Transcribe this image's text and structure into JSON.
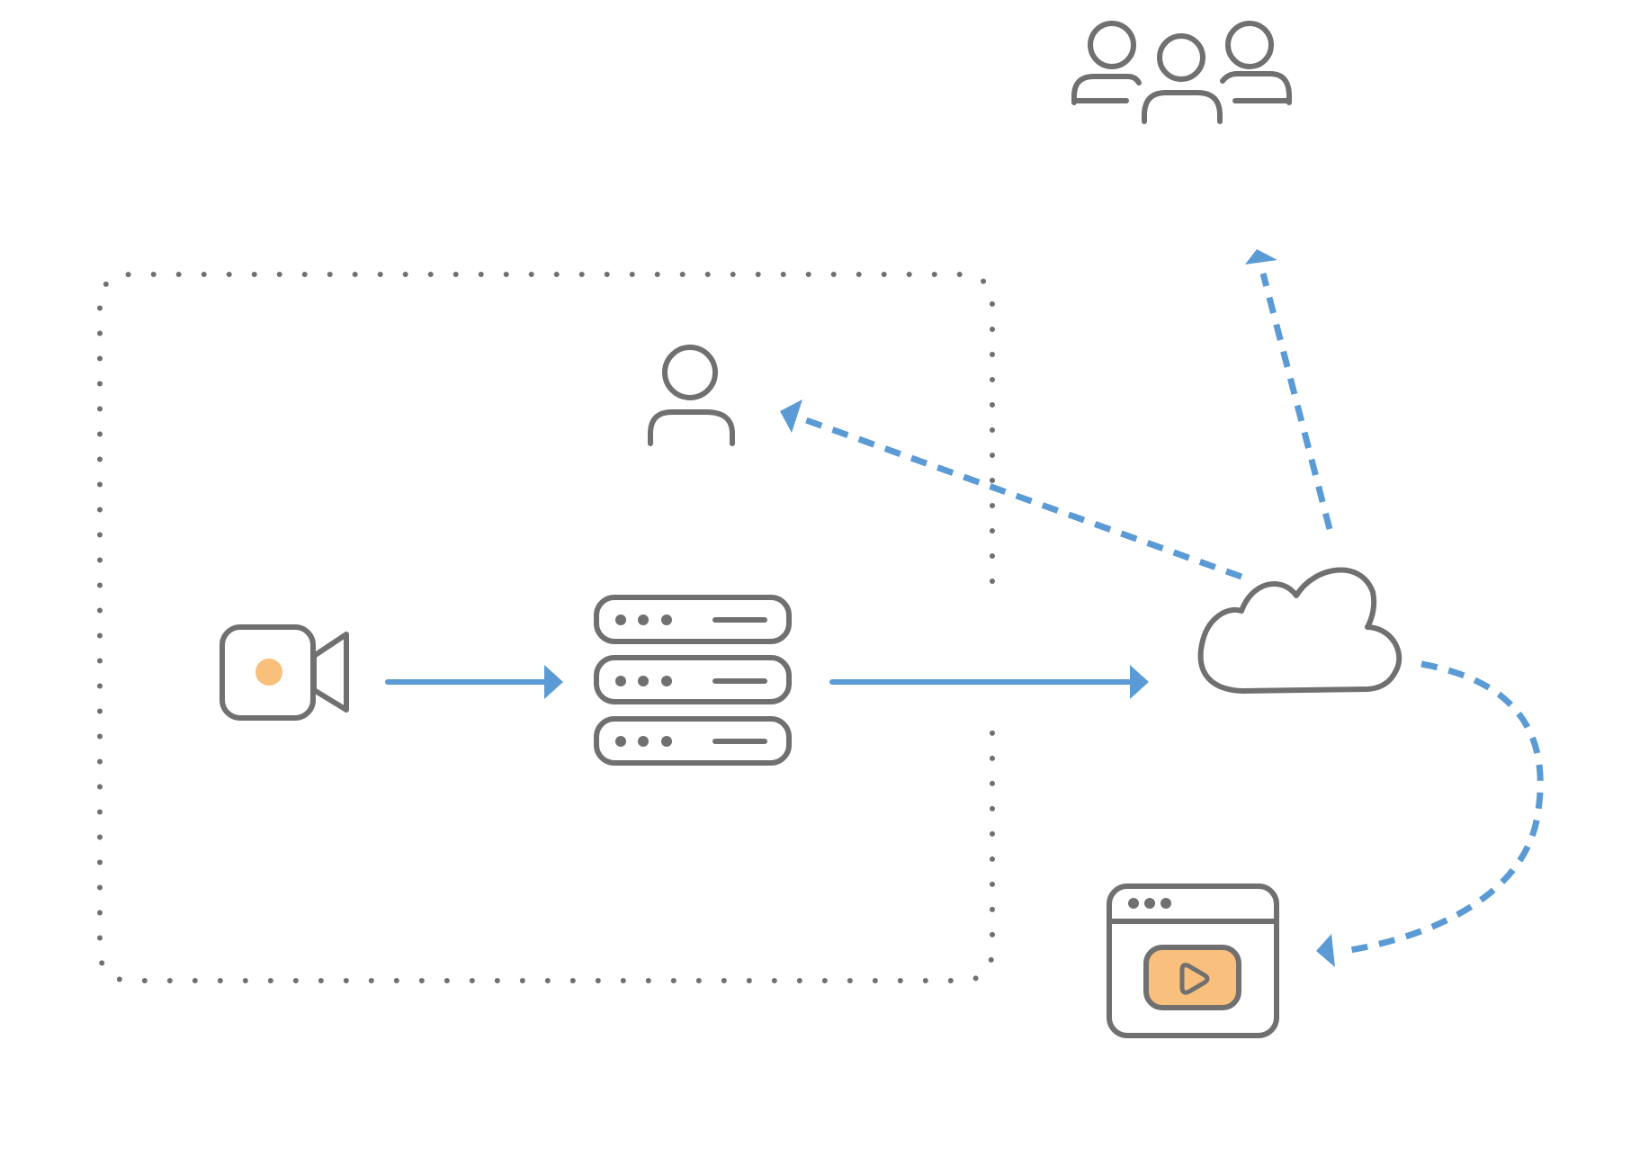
{
  "diagram": {
    "colors": {
      "background": "#ffffff",
      "icon_stroke": "#707070",
      "arrow": "#5b9bd5",
      "accent": "#f9bf7c",
      "boundary": "#707070"
    },
    "nodes": [
      {
        "id": "camera",
        "icon": "video-camera-icon"
      },
      {
        "id": "server",
        "icon": "server-stack-icon"
      },
      {
        "id": "cloud",
        "icon": "cloud-icon"
      },
      {
        "id": "single-user",
        "icon": "user-icon"
      },
      {
        "id": "user-group",
        "icon": "users-group-icon"
      },
      {
        "id": "video-player",
        "icon": "browser-video-player-icon"
      }
    ],
    "edges": [
      {
        "from": "camera",
        "to": "server",
        "style": "solid"
      },
      {
        "from": "server",
        "to": "cloud",
        "style": "solid"
      },
      {
        "from": "cloud",
        "to": "single-user",
        "style": "dashed"
      },
      {
        "from": "cloud",
        "to": "user-group",
        "style": "dashed"
      },
      {
        "from": "cloud",
        "to": "video-player",
        "style": "dashed"
      }
    ],
    "boundary": {
      "style": "dotted",
      "contains": [
        "camera",
        "server",
        "single-user"
      ]
    }
  }
}
